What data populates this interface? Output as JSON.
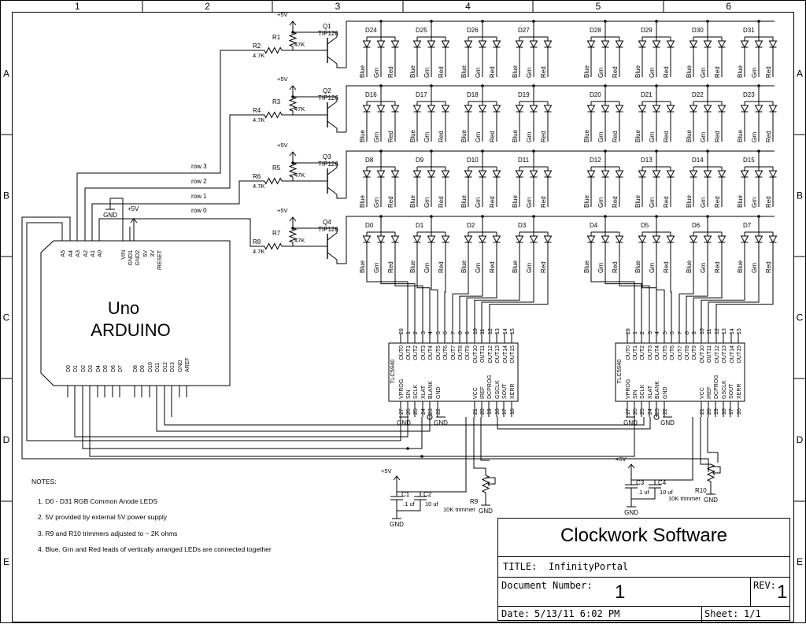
{
  "frame": {
    "columns": [
      "1",
      "2",
      "3",
      "4",
      "5",
      "6"
    ],
    "rows": [
      "A",
      "B",
      "C",
      "D",
      "E"
    ]
  },
  "labels": {
    "plus5v": "+5V",
    "gnd": "GND",
    "r47k": "47K",
    "r4k7": "4.7K",
    "tip126": "TIP126",
    "blue": "Blue",
    "grn": "Grn",
    "red": "Red",
    "cap_01": ".1 uf",
    "cap_10": "10 uf",
    "trimmer": "10K trimmer"
  },
  "transistors": [
    {
      "q": "Q1",
      "rb": "R1",
      "rs": "R2"
    },
    {
      "q": "Q2",
      "rb": "R3",
      "rs": "R4"
    },
    {
      "q": "Q3",
      "rb": "R5",
      "rs": "R6"
    },
    {
      "q": "Q4",
      "rb": "R7",
      "rs": "R8"
    }
  ],
  "row_labels": [
    "row 3",
    "row 2",
    "row 1",
    "row 0"
  ],
  "led_rows": [
    [
      "D24",
      "D25",
      "D26",
      "D27",
      "D28",
      "D29",
      "D30",
      "D31"
    ],
    [
      "D16",
      "D17",
      "D18",
      "D19",
      "D20",
      "D21",
      "D22",
      "D23"
    ],
    [
      "D8",
      "D9",
      "D10",
      "D11",
      "D12",
      "D13",
      "D14",
      "D15"
    ],
    [
      "D0",
      "D1",
      "D2",
      "D3",
      "D4",
      "D5",
      "D6",
      "D7"
    ]
  ],
  "arduino": {
    "name1": "Uno",
    "name2": "ARDUINO",
    "top_pins": [
      "A5",
      "A4",
      "A3",
      "A2",
      "A1",
      "A0",
      "VIN",
      "GND1",
      "GND2",
      "5V",
      "3V",
      "/RESET"
    ],
    "bottom_pins": [
      "D0",
      "D1",
      "D2",
      "D3",
      "D4",
      "D5",
      "D6",
      "D7",
      "D8",
      "D9",
      "D10",
      "D11",
      "D12",
      "D13",
      "GND",
      "AREF"
    ]
  },
  "tlc": {
    "name": "TLC5940",
    "out_pins": [
      "OUT0",
      "OUT1",
      "OUT2",
      "OUT3",
      "OUT4",
      "OUT5",
      "OUT6",
      "OUT7",
      "OUT8",
      "OUT9",
      "OUT10",
      "OUT11",
      "OUT12",
      "OUT13",
      "OUT14",
      "OUT15"
    ],
    "top_nums": [
      "28",
      "1",
      "2",
      "3",
      "4",
      "5",
      "6",
      "7",
      "8",
      "9",
      "10",
      "11",
      "12",
      "13",
      "14",
      "15"
    ],
    "left_pins": [
      "VPROG",
      "SIN",
      "SCLK",
      "XLAT",
      "BLANK",
      "GND"
    ],
    "left_nums": [
      "27",
      "26",
      "25",
      "24",
      "23",
      "22"
    ],
    "right_pins": [
      "VCC",
      "IREF",
      "DCPROG",
      "GSCLK",
      "SOUT",
      "XERR"
    ],
    "right_nums": [
      "21",
      "20",
      "19",
      "18",
      "17",
      "16"
    ]
  },
  "caps": [
    {
      "c1": "C1",
      "c2": "C2",
      "r": "R9"
    },
    {
      "c1": "C3",
      "c2": "C4",
      "r": "R10"
    }
  ],
  "notes": {
    "title": "NOTES:",
    "items": [
      "1. D0 - D31 RGB Common Anode LEDS",
      "2. 5V provided by external 5V power supply",
      "3. R9 and R10 trimmers adjusted to ~ 2K ohms",
      "4. Blue, Grn and Red leads of vertically arranged LEDs are connected together"
    ]
  },
  "title_block": {
    "company": "Clockwork Software",
    "title_label": "TITLE:",
    "title_value": "InfinityPortal",
    "doc_label": "Document Number:",
    "doc_value": "1",
    "rev_label": "REV:",
    "rev_value": "1",
    "date_label": "Date:",
    "date_value": "5/13/11 6:02 PM",
    "sheet_label": "Sheet:",
    "sheet_value": "1/1"
  }
}
